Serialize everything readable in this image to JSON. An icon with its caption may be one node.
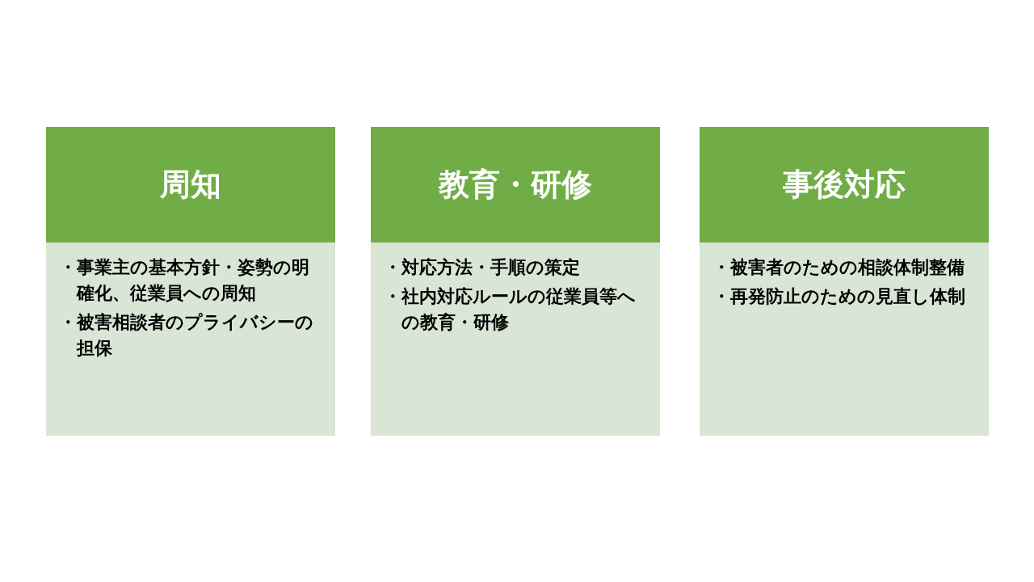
{
  "diagram": {
    "nodes": [
      {
        "text": [
          "周知"
        ]
      },
      {
        "text": [
          "・事業主の基本方針・姿勢の明確化、従業員への周知",
          "・被害相談者のプライバシーの担保"
        ]
      },
      {
        "text": [
          "教育・研修"
        ]
      },
      {
        "text": [
          "・対応方法・手順の策定",
          "・社内対応ルールの従業員等への教育・研修"
        ]
      },
      {
        "text": [
          "事後対応"
        ]
      },
      {
        "text": [
          "・被害者のための相談体制整備",
          "・再発防止のための見直し体制"
        ]
      }
    ]
  }
}
